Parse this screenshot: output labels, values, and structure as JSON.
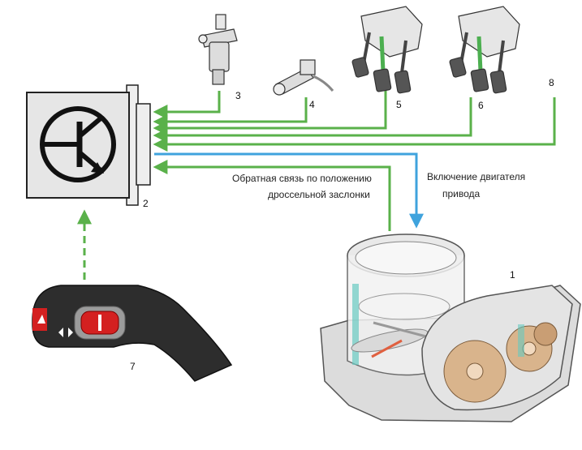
{
  "labels": {
    "ecu": "2",
    "throttle": "1",
    "maf_sensor": "3",
    "speed_sensor": "4",
    "pedal_5": "5",
    "pedal_6": "6",
    "input_8": "8",
    "lever": "7"
  },
  "annotations": {
    "feedback_line1": "Обратная связь по положению",
    "feedback_line2": "дроссельной заслонки",
    "drive_line1": "Включение двигателя",
    "drive_line2": "привода"
  },
  "colors": {
    "signal_line": "#5ab14a",
    "drive_line": "#3fa3dd",
    "ecu_fill": "#e6e6e6",
    "outline": "#222222",
    "lever_red": "#d42020",
    "gear": "#d9b48c",
    "housing": "#dcdcdc",
    "teal": "#66c9c0"
  },
  "icons": {
    "ecu_symbol": "transistor-icon",
    "arrow": "arrow-head-icon"
  }
}
